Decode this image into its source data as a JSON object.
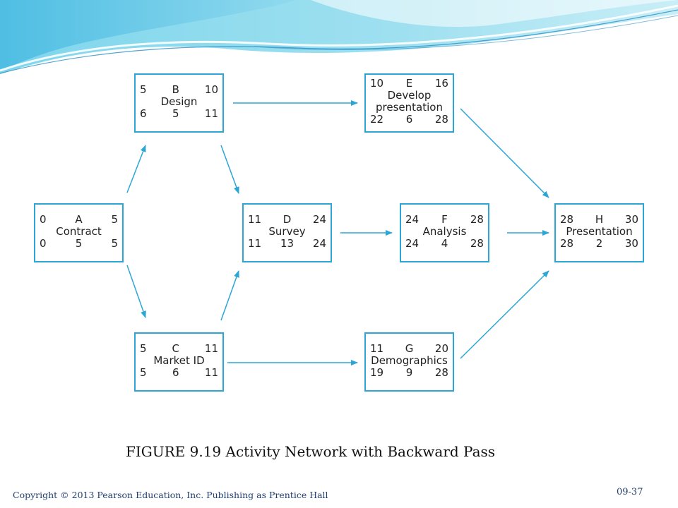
{
  "slide": {
    "caption": "FIGURE 9.19  Activity Network with Backward Pass",
    "copyright": "Copyright © 2013 Pearson Education, Inc. Publishing as Prentice Hall",
    "slide_number": "09-37"
  },
  "colors": {
    "node_border": "#2ba6d6",
    "arrow": "#2ba6d6",
    "footer_text": "#1f3f6f",
    "wave_primary": "#5ec9e6",
    "wave_dark": "#2b8fc4"
  },
  "network": {
    "nodes": {
      "A": {
        "es": "0",
        "id": "A",
        "ef": "5",
        "name": "Contract",
        "ls": "0",
        "dur": "5",
        "lf": "5"
      },
      "B": {
        "es": "5",
        "id": "B",
        "ef": "10",
        "name": "Design",
        "ls": "6",
        "dur": "5",
        "lf": "11"
      },
      "C": {
        "es": "5",
        "id": "C",
        "ef": "11",
        "name": "Market ID",
        "ls": "5",
        "dur": "6",
        "lf": "11"
      },
      "D": {
        "es": "11",
        "id": "D",
        "ef": "24",
        "name": "Survey",
        "ls": "11",
        "dur": "13",
        "lf": "24"
      },
      "E": {
        "es": "10",
        "id": "E",
        "ef": "16",
        "name1": "Develop",
        "name2": "presentation",
        "ls": "22",
        "dur": "6",
        "lf": "28"
      },
      "F": {
        "es": "24",
        "id": "F",
        "ef": "28",
        "name": "Analysis",
        "ls": "24",
        "dur": "4",
        "lf": "28"
      },
      "G": {
        "es": "11",
        "id": "G",
        "ef": "20",
        "name": "Demographics",
        "ls": "19",
        "dur": "9",
        "lf": "28"
      },
      "H": {
        "es": "28",
        "id": "H",
        "ef": "30",
        "name": "Presentation",
        "ls": "28",
        "dur": "2",
        "lf": "30"
      }
    },
    "edges": [
      [
        "A",
        "B"
      ],
      [
        "A",
        "C"
      ],
      [
        "B",
        "D"
      ],
      [
        "C",
        "D"
      ],
      [
        "B",
        "E"
      ],
      [
        "C",
        "G"
      ],
      [
        "D",
        "F"
      ],
      [
        "E",
        "H"
      ],
      [
        "F",
        "H"
      ],
      [
        "G",
        "H"
      ]
    ]
  }
}
